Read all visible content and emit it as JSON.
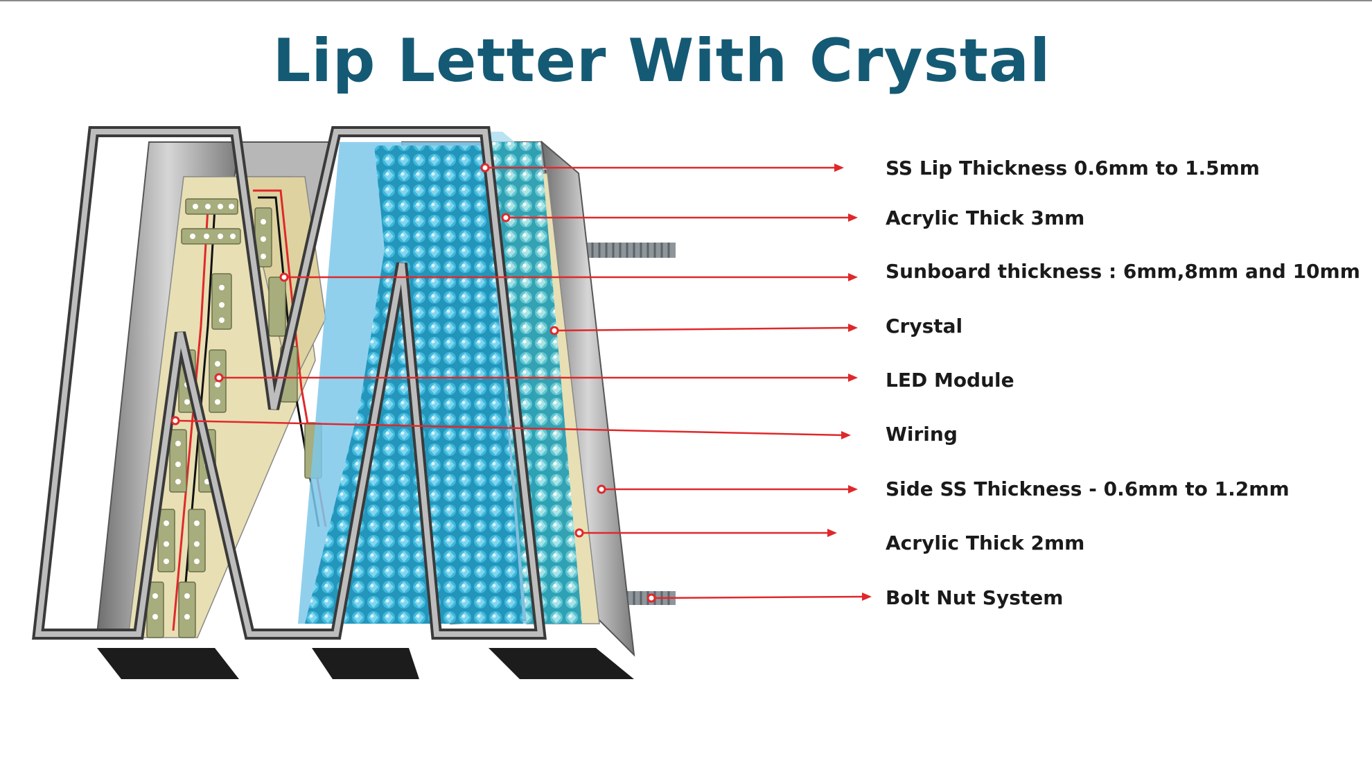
{
  "title": "Lip Letter With Crystal",
  "labels": [
    "SS Lip Thickness 0.6mm to 1.5mm",
    "Acrylic Thick 3mm",
    "Sunboard thickness : 6mm,8mm and 10mm",
    "Crystal",
    "LED Module",
    "Wiring",
    "Side SS Thickness - 0.6mm to 1.2mm",
    "Acrylic Thick  2mm",
    "Bolt Nut System"
  ],
  "colors": {
    "title": "#155a74",
    "leader": "#e0282b",
    "crystal": "#2ba9c9",
    "acrylic": "#7ec8ea",
    "steel": "#a9a9a9",
    "sunboard": "#e8dfb4",
    "led_module": "#a7ad7c"
  }
}
